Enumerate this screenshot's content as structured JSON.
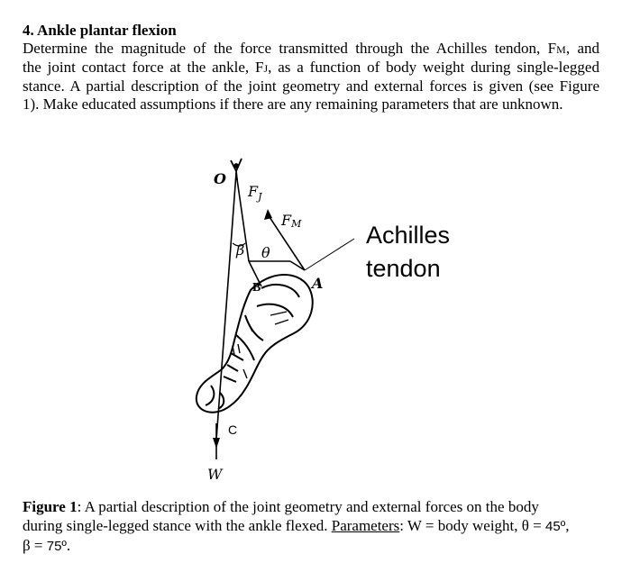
{
  "problem": {
    "heading": "4. Ankle plantar flexion",
    "line1": "Determine the magnitude of the force transmitted through the Achilles tendon, F",
    "line1_sub": "M",
    "line1_end": ", and",
    "line2": "the joint contact force at the ankle, F",
    "line2_sub": "J",
    "line2_end": ", as a function of body weight during single-legged",
    "line3": "stance. A partial description of the joint geometry and external forces is given (see Figure",
    "line4": "1). Make educated assumptions if there are any remaining parameters that are unknown."
  },
  "figure": {
    "label_o": "O",
    "label_fj": "F",
    "label_fj_sub": "J",
    "label_fm": "F",
    "label_fm_sub": "M",
    "label_beta": "β",
    "label_theta": "θ",
    "label_b": "B",
    "label_a": "A",
    "label_c": "C",
    "label_w": "W",
    "tendon_line1": "Achilles",
    "tendon_line2": "tendon"
  },
  "caption": {
    "figure_label": "Figure 1",
    "text1": ": A partial description of the joint geometry and external forces on the body",
    "text2": "during single-legged stance with the ankle flexed. ",
    "params_label": "Parameters",
    "text3": ": W = body weight, θ = ",
    "theta_value": "45º",
    "text4": ",",
    "beta_text": "β = ",
    "beta_value": "75º",
    "text5": "."
  }
}
